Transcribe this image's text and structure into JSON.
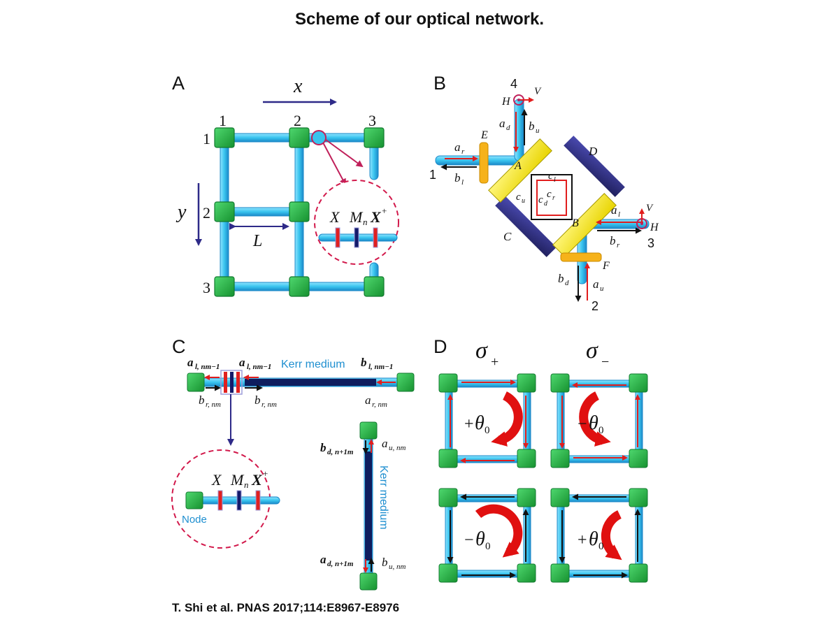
{
  "title": "Scheme of our optical network.",
  "citation": "T. Shi et al. PNAS 2017;114:E8967-E8976",
  "colors": {
    "waveguide": "#39c4ee",
    "waveguide_edge": "#1b88c8",
    "node": "#22b14c",
    "node_edge": "#137a30",
    "arrow_red": "#e11d1d",
    "arrow_black": "#111111",
    "axis_arrow": "#2e2a88",
    "mirror": "#ffee10",
    "mirror_dark": "#2e2e8a",
    "dashed_circle": "#d2194b",
    "kerr_medium": "#0f1d5e"
  },
  "panelA": {
    "label": "A",
    "x_axis": "x",
    "y_axis": "y",
    "col_labels": [
      "1",
      "2",
      "3"
    ],
    "row_labels": [
      "1",
      "2",
      "3"
    ],
    "spacing_label": "L",
    "inset": {
      "X": "X",
      "M": "M",
      "M_sub": "n",
      "Xplus": "X",
      "Xplus_sup": "+"
    }
  },
  "panelB": {
    "label": "B",
    "ports": [
      "1",
      "2",
      "3",
      "4"
    ],
    "mirror_labels": [
      "A",
      "B",
      "C",
      "D"
    ],
    "filter_labels": [
      "E",
      "F"
    ],
    "pol": {
      "H": "H",
      "V": "V"
    },
    "modes": {
      "a_r": "r",
      "b_l": "l",
      "a_d": "d",
      "b_u": "u",
      "c_l": "l",
      "c_r": "r",
      "c_u": "u",
      "c_d": "d",
      "a_l": "l",
      "b_r": "r",
      "b_d": "d",
      "a_u": "u"
    }
  },
  "panelC": {
    "label": "C",
    "kerr_label": "Kerr medium",
    "node_label": "Node",
    "top_left": {
      "base": "a",
      "sub": "l, nm−1"
    },
    "top_mid": {
      "base": "a",
      "sub": "l, nm−1"
    },
    "top_right": {
      "base": "b",
      "sub": "l, nm−1"
    },
    "bot_left": {
      "base": "b",
      "sub": "r, nm"
    },
    "bot_mid": {
      "base": "b",
      "sub": "r, nm"
    },
    "bot_right": {
      "base": "a",
      "sub": "r, nm"
    },
    "v_top_left": {
      "base": "b",
      "sub": "d, n+1m"
    },
    "v_top_right": {
      "base": "a",
      "sub": "u, nm"
    },
    "v_bot_left": {
      "base": "a",
      "sub": "d, n+1m"
    },
    "v_bot_right": {
      "base": "b",
      "sub": "u, nm"
    },
    "inset": {
      "X": "X",
      "M": "M",
      "M_sub": "n",
      "Xplus": "X",
      "Xplus_sup": "+"
    }
  },
  "panelD": {
    "label": "D",
    "sigma_plus": {
      "base": "σ",
      "sub": "+"
    },
    "sigma_minus": {
      "base": "σ",
      "sub": "−"
    },
    "phases": [
      {
        "sign": "+",
        "symbol": "θ",
        "sub": "0"
      },
      {
        "sign": "−",
        "symbol": "θ",
        "sub": "0"
      },
      {
        "sign": "−",
        "symbol": "θ",
        "sub": "0"
      },
      {
        "sign": "+",
        "symbol": "θ",
        "sub": "0"
      }
    ]
  }
}
